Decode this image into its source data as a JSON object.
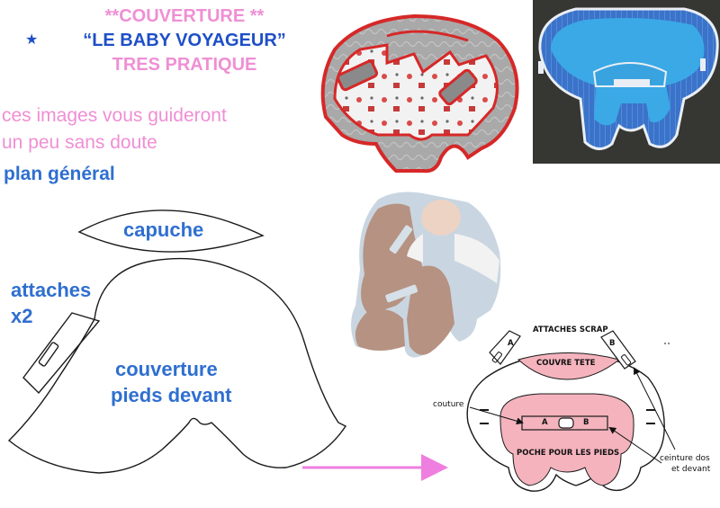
{
  "title": {
    "line1": "**COUVERTURE **",
    "line2": "“LE BABY VOYAGEUR”",
    "line3": "TRES PRATIQUE",
    "star": "★"
  },
  "intro": {
    "line1": "ces images vous guideront",
    "line2": "un peu sans doute"
  },
  "plan_label": "plan général",
  "pattern": {
    "capuche": "capuche",
    "attaches_line1": "attaches",
    "attaches_line2": "x2",
    "couverture_line1": "couverture",
    "couverture_line2": "pieds devant"
  },
  "diagram": {
    "attaches_scrap": "ATTACHES SCRAP",
    "letter_a": "A",
    "letter_b": "B",
    "couvre_tete": "COUVRE TETE",
    "couture": "couture",
    "poche": "POCHE POUR LES PIEDS",
    "ceinture_line1": "ceinture dos",
    "ceinture_line2": "et devant"
  },
  "colors": {
    "pink_text": "#ef8fd4",
    "blue_text": "#2f6fd0",
    "star_blue": "#1e4fc7",
    "arrow_pink": "#ee7fe0",
    "diagram_pink": "#f4b3bd"
  }
}
